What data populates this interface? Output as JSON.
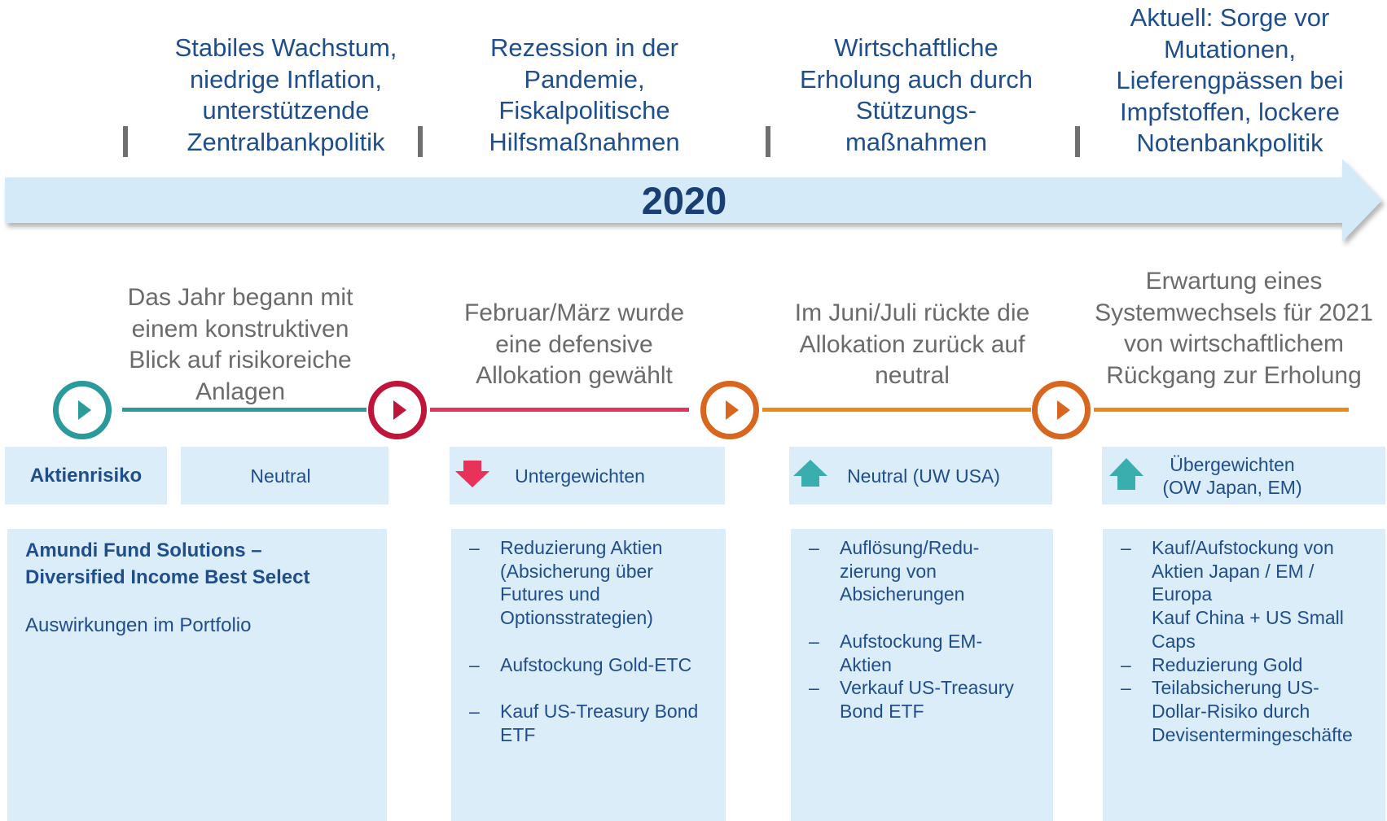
{
  "header": {
    "year": "2020",
    "phases": [
      "Stabiles Wachstum,\nniedrige Inflation,\nunterstützende\nZentralbankpolitik",
      "Rezession in der\nPandemie,\nFiskalpolitische\nHilfsmaßnahmen",
      "Wirtschaftliche\nErholung auch durch\nStützungs-\nmaßnahmen",
      "Aktuell: Sorge vor\nMutationen,\nLieferengpässen bei\nImpfstoffen, lockere\nNotenbankpolitik"
    ]
  },
  "stages": [
    "Das Jahr begann mit\neinem konstruktiven\nBlick auf risikoreiche\nAnlagen",
    "Februar/März wurde\neine defensive\nAllokation gewählt",
    "Im Juni/Juli rückte die\nAllokation zurück auf\nneutral",
    "Erwartung eines\nSystemwechsels für 2021\nvon wirtschaftlichem\nRückgang zur Erholung"
  ],
  "colors": {
    "teal": "#2a9a9a",
    "crimson": "#c0153a",
    "pink": "#e8325a",
    "orange": "#d9661f",
    "orange_line": "#ee8a12",
    "arrow_up": "#3aaeae",
    "arrow_down": "#e8325a",
    "panel_bg": "#dcedfa",
    "timeline_bg": "#d5eaf8",
    "text_blue": "#1f4e8c"
  },
  "marker_icons": [
    "play-icon",
    "play-icon",
    "play-icon",
    "play-icon"
  ],
  "ratings": {
    "label": "Aktienrisiko",
    "values": [
      {
        "text": "Neutral",
        "icon": "none"
      },
      {
        "text": "Untergewichten",
        "icon": "arrow-down-icon"
      },
      {
        "text": "Neutral (UW USA)",
        "icon": "arrow-up-icon"
      },
      {
        "text": "Übergewichten\n(OW Japan, EM)",
        "icon": "arrow-up-icon"
      }
    ]
  },
  "fund": {
    "name": "Amundi Fund Solutions –\nDiversified Income Best Select",
    "subtitle": "Auswirkungen im Portfolio"
  },
  "dash": "–",
  "panels": [
    [
      "Reduzierung Aktien\n(Absicherung über\nFutures und\nOptionsstrategien)",
      "Aufstockung Gold-ETC",
      "Kauf US-Treasury Bond\nETF"
    ],
    [
      "Auflösung/Redu-\nzierung von\nAbsicherungen",
      "Aufstockung EM-\nAktien",
      "Verkauf US-Treasury\nBond ETF"
    ],
    [
      "Kauf/Aufstockung von\nAktien Japan / EM /\nEuropa\nKauf China + US Small\nCaps",
      "Reduzierung Gold",
      "Teilabsicherung US-\nDollar-Risiko durch\nDevisentermingeschäfte"
    ]
  ]
}
